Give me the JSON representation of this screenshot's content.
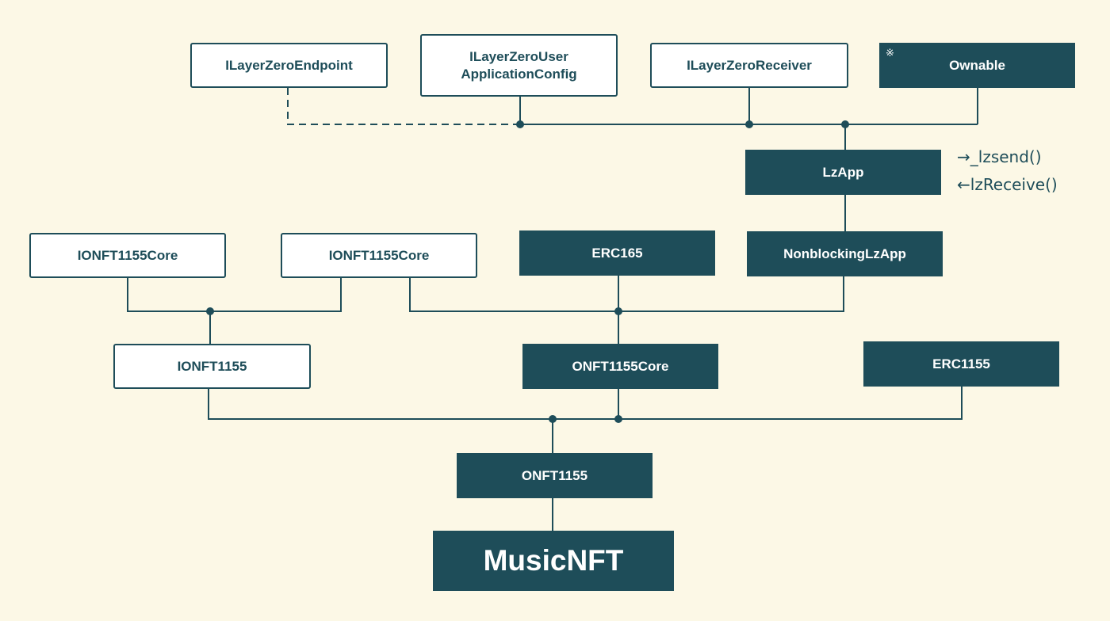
{
  "colors": {
    "background": "#fcf8e6",
    "dark": "#1e4d59",
    "light": "#ffffff"
  },
  "nodes": {
    "ilayerzero_endpoint": "ILayerZeroEndpoint",
    "ilayerzero_user_app_config": "ILayerZeroUser\nApplicationConfig",
    "ilayerzero_receiver": "ILayerZeroReceiver",
    "ownable": "Ownable",
    "ownable_marker": "※",
    "lzapp": "LzApp",
    "ionft1155core_a": "IONFT1155Core",
    "ionft1155core_b": "IONFT1155Core",
    "erc165": "ERC165",
    "nonblocking_lzapp": "NonblockingLzApp",
    "ionft1155": "IONFT1155",
    "onft1155core": "ONFT1155Core",
    "erc1155": "ERC1155",
    "onft1155": "ONFT1155",
    "musicnft": "MusicNFT"
  },
  "notes": {
    "lzsend": "→_lzsend()",
    "lzreceive": "←lzReceive()"
  }
}
